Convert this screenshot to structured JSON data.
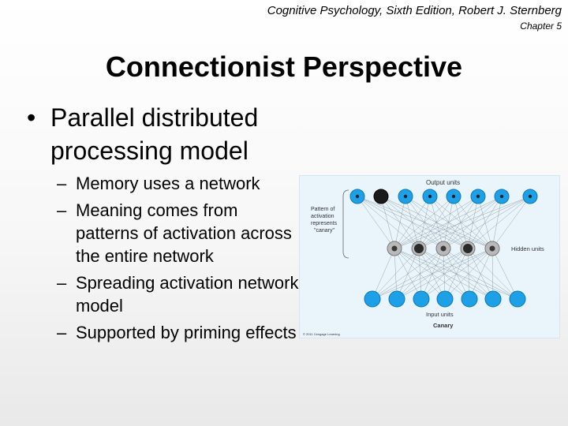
{
  "header": {
    "book": "Cognitive Psychology, Sixth Edition, Robert J. Sternberg",
    "chapter": "Chapter 5"
  },
  "slide": {
    "title": "Connectionist Perspective",
    "bullet": {
      "marker": "•",
      "text": "Parallel distributed processing model"
    },
    "subbullets": [
      {
        "marker": "–",
        "text": "Memory uses a network"
      },
      {
        "marker": "–",
        "text": "Meaning comes from patterns of activation across the entire network"
      },
      {
        "marker": "–",
        "text": "Spreading activation network model"
      },
      {
        "marker": "–",
        "text": "Supported by priming effects"
      }
    ]
  },
  "figure": {
    "output_label": "Output units",
    "pattern_label": [
      "Pattern of",
      "activation",
      "represents",
      "\"canary\""
    ],
    "hidden_label": "Hidden units",
    "input_label": "Input units",
    "caption": "Canary",
    "copyright": "© 2011 Cengage Learning",
    "colors": {
      "unit_blue": "#1ea0e6",
      "unit_dark": "#1a1a1a",
      "hidden_gray": "#8a8a8a",
      "hidden_dark": "#2a2a2a",
      "edge": "#7d8a93"
    },
    "output_units": [
      {
        "state": "active"
      },
      {
        "state": "strong"
      },
      {
        "state": "active"
      },
      {
        "state": "active"
      },
      {
        "state": "active"
      },
      {
        "state": "active"
      },
      {
        "state": "active"
      },
      {
        "state": "active"
      }
    ],
    "hidden_units": [
      {
        "state": "weak"
      },
      {
        "state": "strong"
      },
      {
        "state": "weak"
      },
      {
        "state": "strong"
      },
      {
        "state": "weak"
      }
    ],
    "input_units": [
      {
        "state": "active"
      },
      {
        "state": "active"
      },
      {
        "state": "active"
      },
      {
        "state": "active"
      },
      {
        "state": "active"
      },
      {
        "state": "active"
      },
      {
        "state": "active"
      }
    ]
  }
}
